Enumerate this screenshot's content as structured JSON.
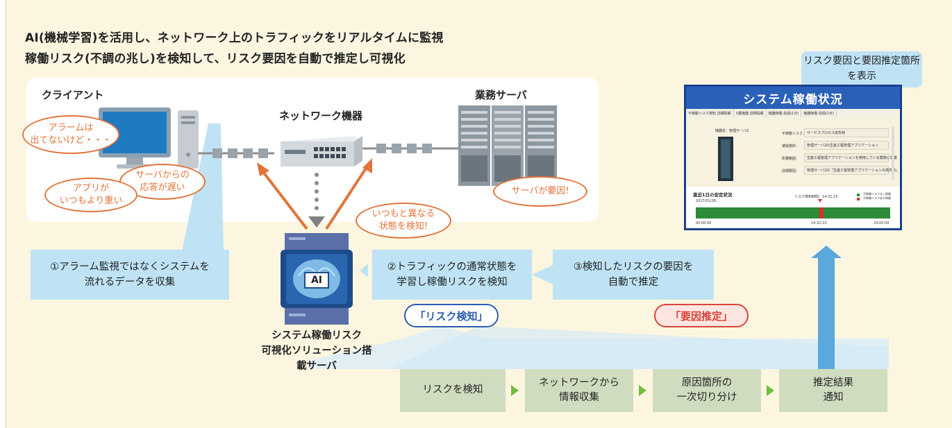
{
  "title": {
    "line1": "AI(機械学習)を活用し、ネットワーク上のトラフィックをリアルタイムに監視",
    "line2": "稼働リスク(不調の兆し)を検知して、リスク要因を自動で推定し可視化"
  },
  "diagram": {
    "client_label": "クライアント",
    "network_label": "ネットワーク機器",
    "server_label": "業務サーバ",
    "bubbles": {
      "alarm": "アラームは\n出てないけど・・・",
      "response": "サーバからの\n応答が遅い",
      "app": "アプリが\nいつもより重い",
      "server_cause": "サーバが要因!",
      "anomaly": "いつもと異なる\n状態を検知!"
    },
    "ai_chip": "AI",
    "ai_server_label": "システム稼働リスク\n可視化ソリューション搭載サーバ",
    "callouts": {
      "c1": "①アラーム監視ではなくシステムを\n流れるデータを収集",
      "c2": "②トラフィックの通常状態を\n学習し稼働リスクを検知",
      "c3": "③検知したリスクの要因を\n自動で推定"
    },
    "risk_detect_pill": "「リスク検知」",
    "cause_pill": "「要因推定」",
    "steps": [
      "リスクを検知",
      "ネットワークから\n情報収集",
      "原因箇所の\n一次切り分け",
      "推定結果\n通知"
    ],
    "display_callout": "リスク要因と要因推定箇所を表示"
  },
  "screen": {
    "title": "システム稼働状況",
    "tabs": [
      "不稼動リスク検知 詳細情報",
      "X業機器 詳細情報",
      "機器稼働 前週(1日)",
      "機器稼働 前週(1日)"
    ],
    "device_name": "機器名：管理サーバ2",
    "rows": [
      {
        "label": "不稼動リスク：",
        "value": "サービスプロセス高負荷"
      },
      {
        "label": "被疑箇所：",
        "value": "管理サーバ2の生産工程管理アプリケーション"
      },
      {
        "label": "影響範囲：",
        "value": "生産工程管理アプリケーションを使用している業務に影響"
      },
      {
        "label": "詳細要因：",
        "value": "管理サーバ2の「生産工程管理アプリケーションの高負荷」"
      }
    ],
    "chart_title": "直近1日の安定状況",
    "date": "2017/01/26:",
    "risk_time": "リスク検知時間：14:31:23",
    "legend": [
      "：不稼働リスクなし期間",
      "：不稼働リスクあり期間"
    ],
    "axis": [
      "00:00:00",
      "14:32:23",
      "24:00:00"
    ]
  },
  "colors": {
    "background": "#fcf6e1",
    "callout": "#bfe3f5",
    "orange": "#e2743a",
    "step": "#cfdcbf",
    "step_arrow": "#72bd3e",
    "blue_arrow": "#5aa8dc",
    "screen_header": "#2a61b8"
  }
}
